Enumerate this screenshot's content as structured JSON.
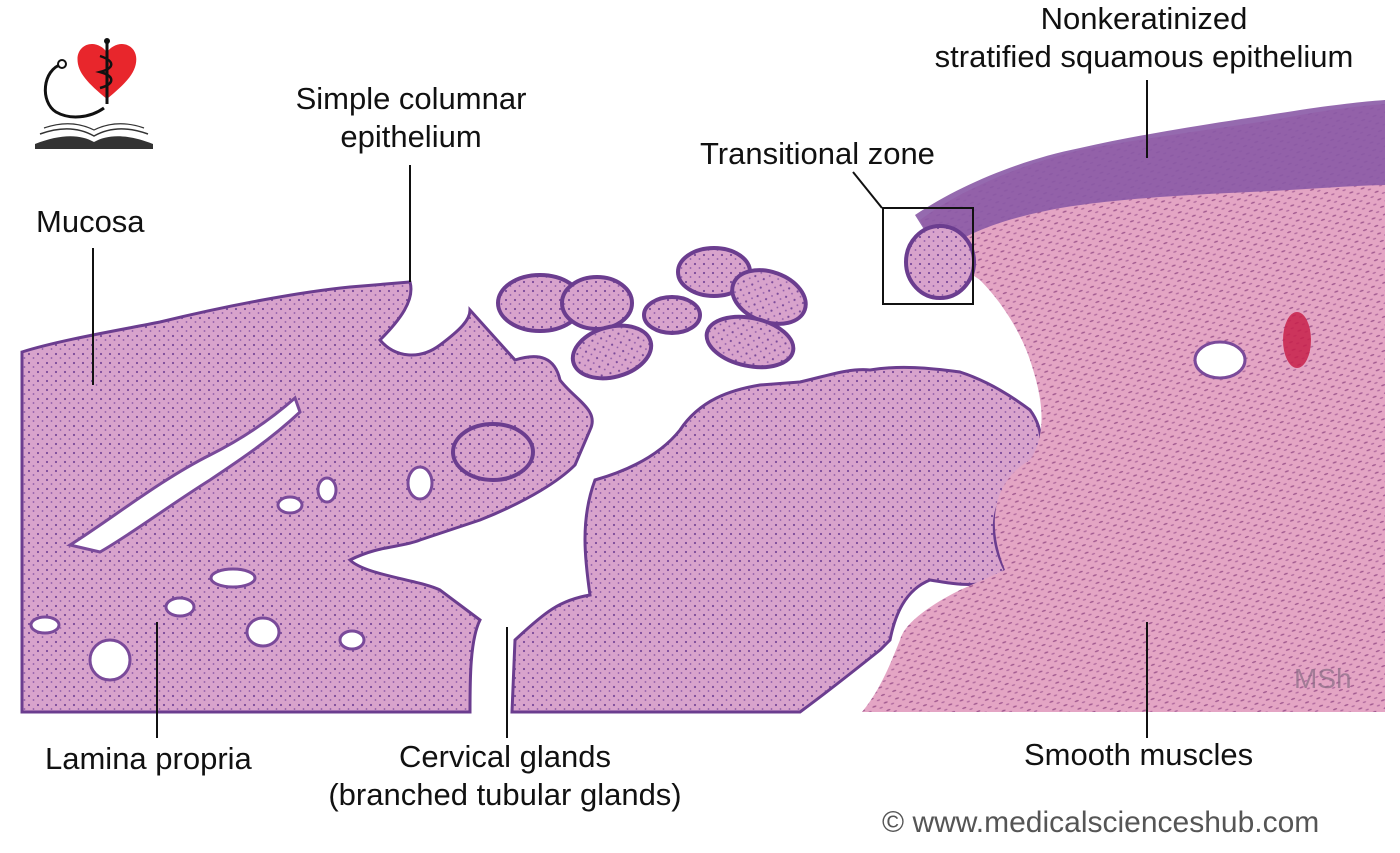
{
  "labels": {
    "mucosa": "Mucosa",
    "simple_columnar_line1": "Simple columnar",
    "simple_columnar_line2": "epithelium",
    "transitional_zone": "Transitional zone",
    "nonkeratinized_line1": "Nonkeratinized",
    "nonkeratinized_line2": "stratified squamous epithelium",
    "lamina_propria": "Lamina propria",
    "cervical_glands_line1": "Cervical glands",
    "cervical_glands_line2": "(branched tubular glands)",
    "smooth_muscles": "Smooth muscles"
  },
  "watermark": "MSh",
  "copyright": "© www.medicalscienceshub.com",
  "colors": {
    "stroma": "#d9a6cf",
    "epithelium": "#6b3d8f",
    "muscle": "#e6a6c6",
    "heart": "#e8262c",
    "leader_line": "#111111"
  }
}
